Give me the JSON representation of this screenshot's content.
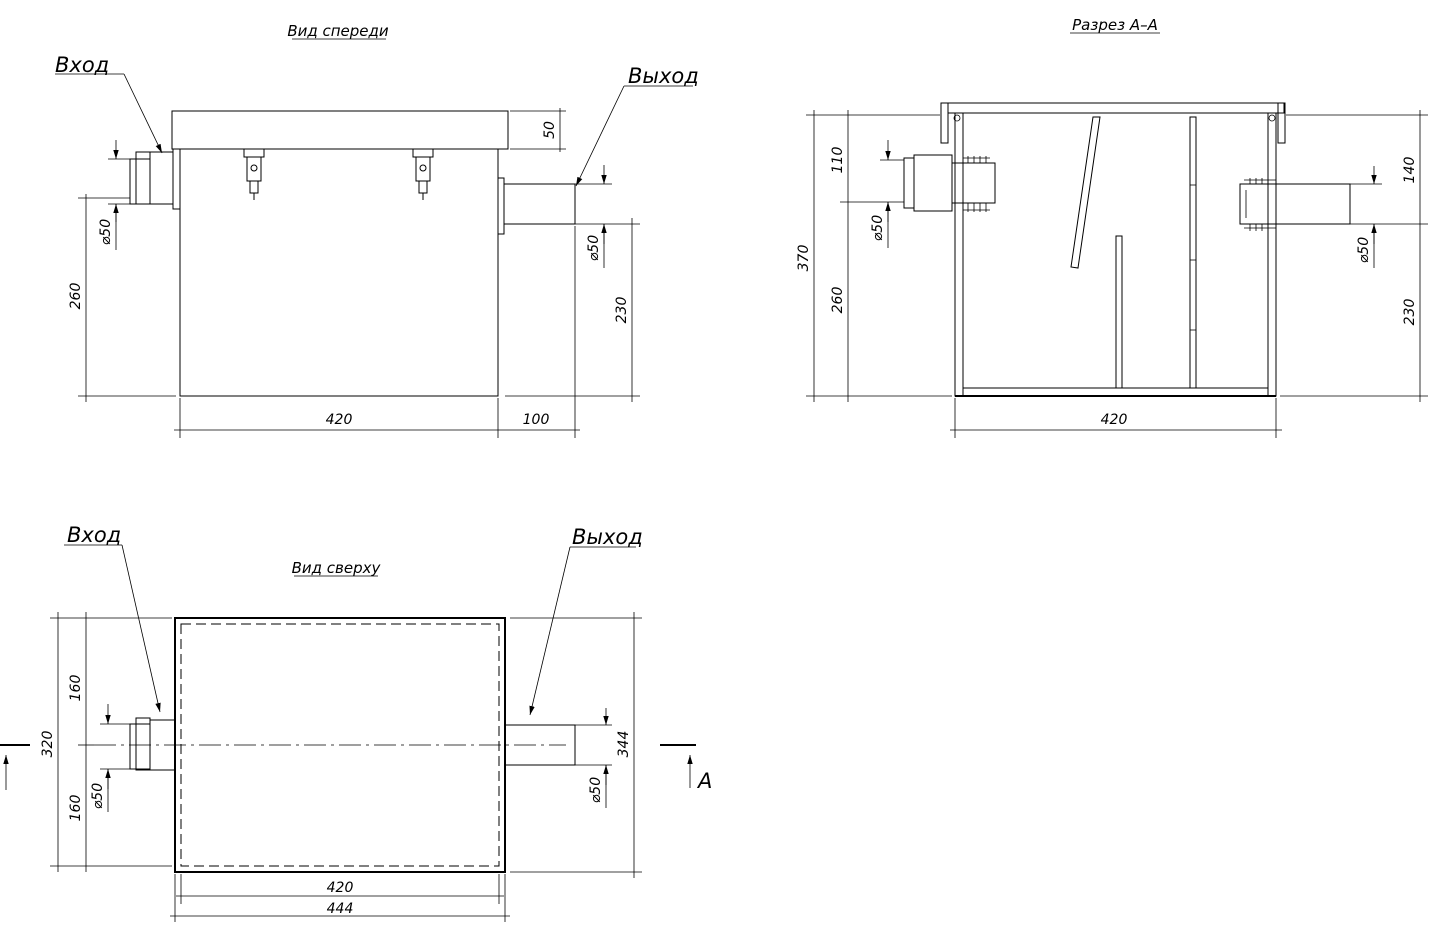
{
  "views": {
    "front": {
      "title": "Вид спереди"
    },
    "section": {
      "title": "Разрез А–А"
    },
    "top": {
      "title": "Вид сверху"
    }
  },
  "labels": {
    "inlet": "Вход",
    "outlet": "Выход",
    "section_mark": "А"
  },
  "dims": {
    "front": {
      "lid": "50",
      "inlet_height": "260",
      "inlet_dia": "⌀50",
      "outlet_dia": "⌀50",
      "outlet_height": "230",
      "body_length": "420",
      "pipe_length": "100"
    },
    "section": {
      "total_height": "370",
      "top_offset": "110",
      "inlet_height": "260",
      "inlet_dia": "⌀50",
      "outlet_offset": "140",
      "outlet_dia": "⌀50",
      "outlet_height": "230",
      "body_length": "420"
    },
    "top": {
      "total_width": "320",
      "half_top": "160",
      "half_bottom": "160",
      "inlet_dia": "⌀50",
      "outlet_dia": "⌀50",
      "outer_width": "344",
      "inner_length": "420",
      "outer_length": "444"
    }
  }
}
